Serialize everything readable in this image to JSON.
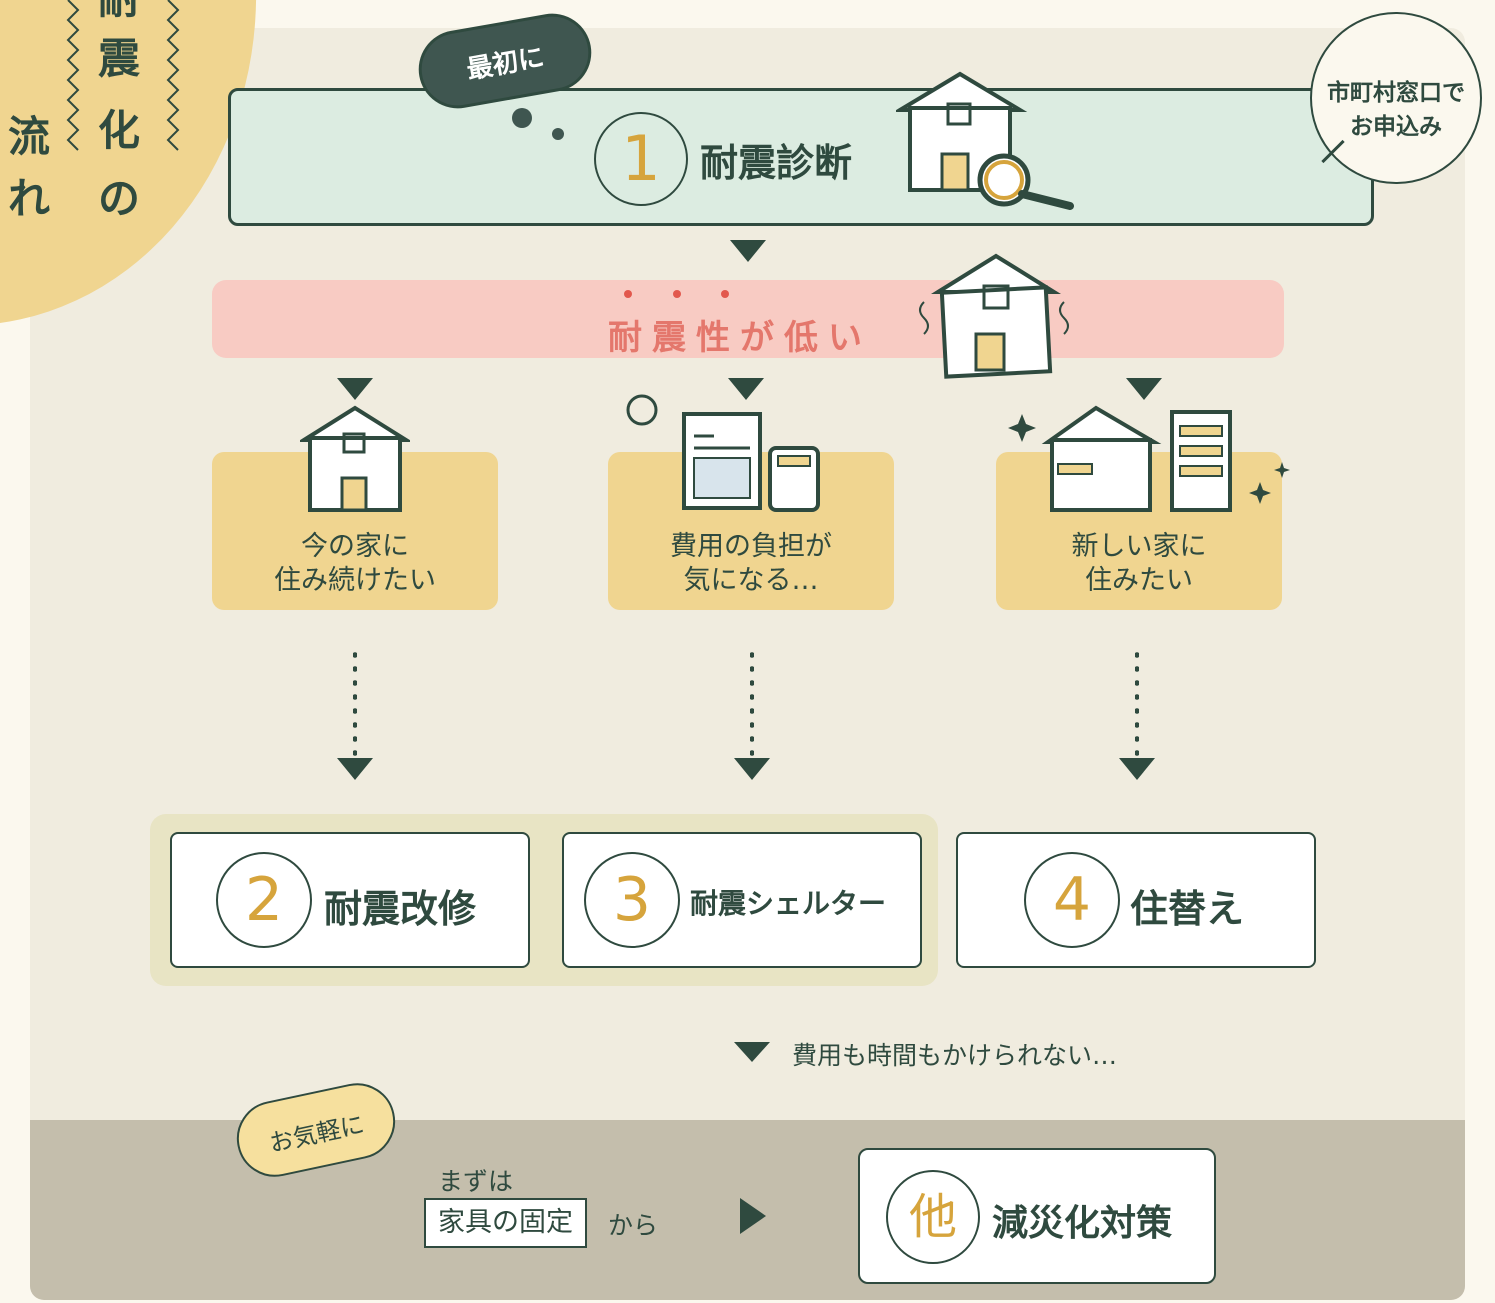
{
  "title": {
    "chars": [
      "耐",
      "震",
      "化",
      "の",
      "流",
      "れ"
    ]
  },
  "step1": {
    "badge": "最初に",
    "number": "1",
    "label": "耐震診断",
    "side_note_line1": "市町村窓口で",
    "side_note_line2": "お申込み"
  },
  "result": {
    "label": "耐震性が低い"
  },
  "choices": [
    {
      "line1": "今の家に",
      "line2": "住み続けたい",
      "icon": "house-icon"
    },
    {
      "line1": "費用の負担が",
      "line2": "気になる…",
      "icon": "calculator-document-icon"
    },
    {
      "line1": "新しい家に",
      "line2": "住みたい",
      "icon": "new-buildings-icon"
    }
  ],
  "options": [
    {
      "number": "2",
      "label": "耐震改修"
    },
    {
      "number": "3",
      "label": "耐震シェルター"
    },
    {
      "number": "4",
      "label": "住替え"
    }
  ],
  "fallback": {
    "note": "費用も時間もかけられない…",
    "badge": "お気軽に",
    "first": "まずは",
    "furniture": "家具の固定",
    "from": "から",
    "other_number": "他",
    "other_label": "減災化対策"
  },
  "colors": {
    "dark": "#2f4a3f",
    "gold": "#d6a43c",
    "step1_bg": "#dcece1",
    "warning_bg": "#f8cbc3",
    "warning_text": "#e4776c",
    "choice_bg": "#f0d590"
  }
}
